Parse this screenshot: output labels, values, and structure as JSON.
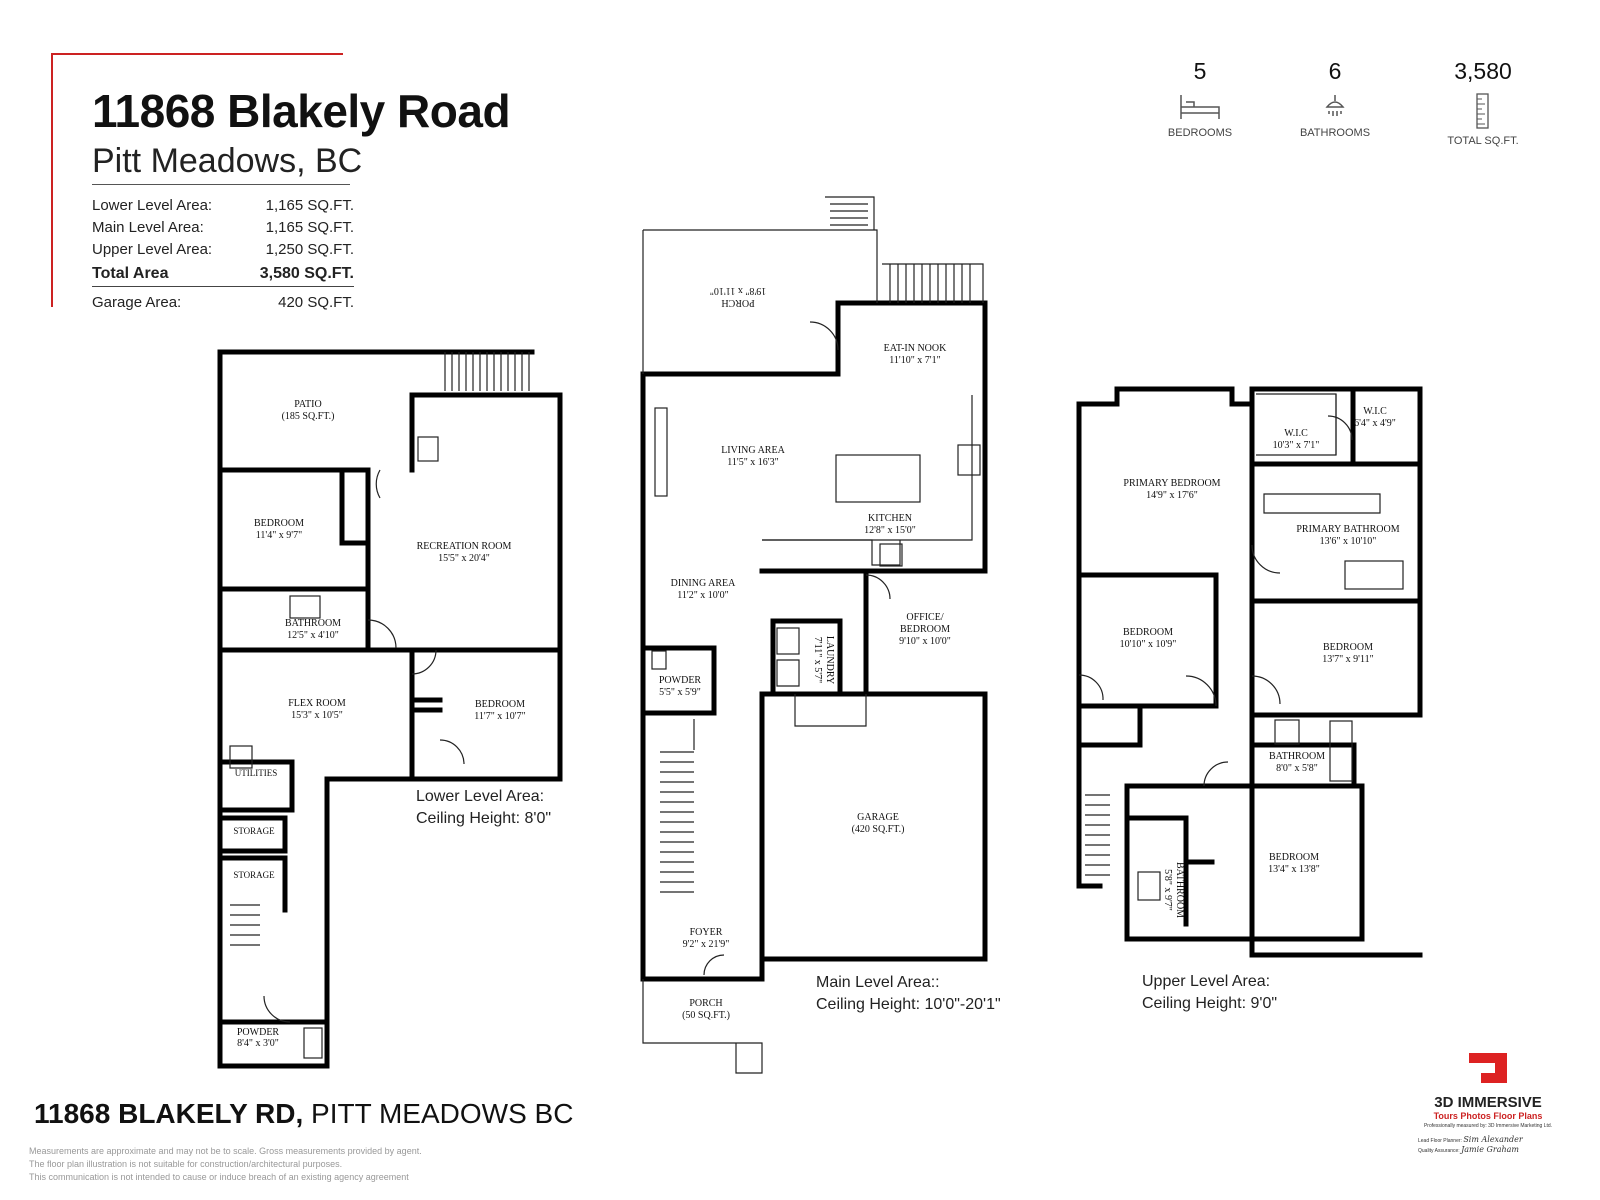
{
  "header": {
    "title": "11868 Blakely Road",
    "subtitle": "Pitt Meadows, BC"
  },
  "areas": [
    {
      "label": "Lower Level Area:",
      "value": "1,165 SQ.FT."
    },
    {
      "label": "Main Level Area:",
      "value": "1,165 SQ.FT."
    },
    {
      "label": "Upper Level Area:",
      "value": "1,250 SQ.FT."
    }
  ],
  "total": {
    "label": "Total Area",
    "value": "3,580 SQ.FT."
  },
  "garage": {
    "label": "Garage Area:",
    "value": "420 SQ.FT."
  },
  "stats": [
    {
      "value": "5",
      "label": "BEDROOMS",
      "icon": "bed-icon"
    },
    {
      "value": "6",
      "label": "BATHROOMS",
      "icon": "shower-icon"
    },
    {
      "value": "3,580",
      "label": "TOTAL SQ.FT.",
      "icon": "ruler-icon"
    }
  ],
  "rooms": {
    "patio": [
      "PATIO",
      "(185 SQ.FT.)"
    ],
    "lower_bedroom1": [
      "BEDROOM",
      "11'4\" x 9'7\""
    ],
    "recreation": [
      "RECREATION ROOM",
      "15'5\" x 20'4\""
    ],
    "lower_bathroom": [
      "BATHROOM",
      "12'5\" x 4'10\""
    ],
    "flex": [
      "FLEX ROOM",
      "15'3\" x 10'5\""
    ],
    "lower_bedroom2": [
      "BEDROOM",
      "11'7\" x 10'7\""
    ],
    "utilities": [
      "UTILITIES"
    ],
    "storage1": [
      "STORAGE"
    ],
    "storage2": [
      "STORAGE"
    ],
    "lower_powder": [
      "POWDER",
      "8'4\" x 3'0\""
    ],
    "rear_porch": [
      "PORCH",
      "19'8\" x 11'10\""
    ],
    "nook": [
      "EAT-IN NOOK",
      "11'10\" x 7'1\""
    ],
    "living": [
      "LIVING AREA",
      "11'5\" x 16'3\""
    ],
    "kitchen": [
      "KITCHEN",
      "12'8\" x 15'0\""
    ],
    "dining": [
      "DINING AREA",
      "11'2\" x 10'0\""
    ],
    "office": [
      "OFFICE/",
      "BEDROOM",
      "9'10\" x 10'0\""
    ],
    "laundry": [
      "LAUNDRY",
      "7'11\" x 5'7\""
    ],
    "main_powder": [
      "POWDER",
      "5'5\" x 5'9\""
    ],
    "garage_room": [
      "GARAGE",
      "(420 SQ.FT.)"
    ],
    "foyer": [
      "FOYER",
      "9'2\" x 21'9\""
    ],
    "front_porch": [
      "PORCH",
      "(50 SQ.FT.)"
    ],
    "wic1": [
      "W.I.C",
      "10'3\" x 7'1\""
    ],
    "wic2": [
      "W.I.C",
      "6'4\" x 4'9\""
    ],
    "primary_bed": [
      "PRIMARY BEDROOM",
      "14'9\" x 17'6\""
    ],
    "primary_bath": [
      "PRIMARY BATHROOM",
      "13'6\" x 10'10\""
    ],
    "up_bed1": [
      "BEDROOM",
      "10'10\" x 10'9\""
    ],
    "up_bed2": [
      "BEDROOM",
      "13'7\" x 9'11\""
    ],
    "up_bath1": [
      "BATHROOM",
      "8'0\" x 5'8\""
    ],
    "up_bath2": [
      "BATHROOM",
      "5'8\" x 9'7\""
    ],
    "up_bed3": [
      "BEDROOM",
      "13'4\" x 13'8\""
    ]
  },
  "levels": {
    "lower": [
      "Lower Level Area:",
      "Ceiling Height: 8'0\""
    ],
    "main": [
      "Main Level Area::",
      "Ceiling Height: 10'0\"-20'1\""
    ],
    "upper": [
      "Upper Level Area:",
      "Ceiling Height: 9'0\""
    ]
  },
  "footer": {
    "address_bold": "11868 BLAKELY RD,",
    "address_rest": "PITT MEADOWS BC",
    "disclaimer": [
      "Measurements are approximate and may not be to scale. Gross measurements provided by agent.",
      "The floor plan illustration is not suitable for construction/architectural purposes.",
      "This communication is not intended to cause or induce breach of an existing agency agreement"
    ]
  },
  "logo": {
    "brand": "3D IMMERSIVE",
    "tagline": "Tours  Photos  Floor Plans",
    "note": "Professionally measured by: 3D Immersive Marketing Ltd.",
    "planner_label": "Lead Floor Planner:",
    "planner_name": "Sim Alexander",
    "qa_label": "Quality Assurance:",
    "qa_name": "Jamie Graham",
    "color": "#dd2222"
  }
}
